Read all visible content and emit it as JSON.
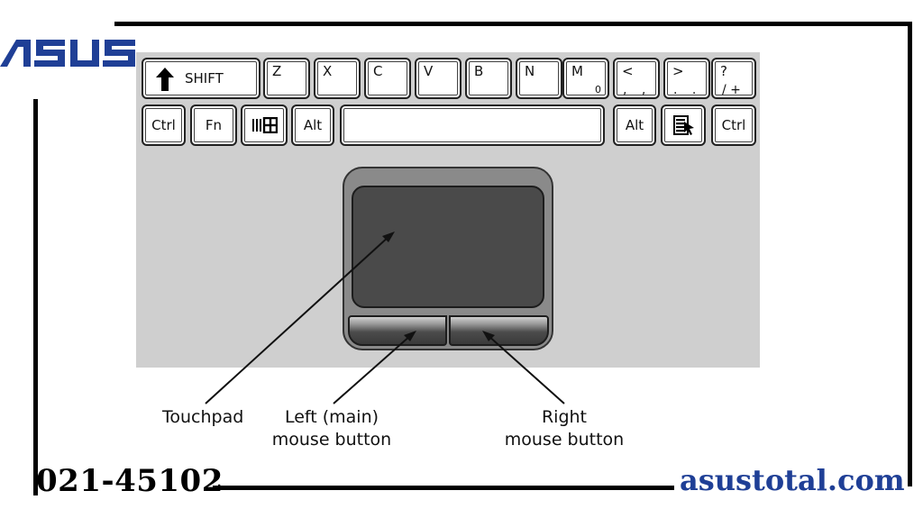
{
  "brand": {
    "logo_text": "ASUS"
  },
  "keyboard": {
    "row1": [
      {
        "id": "shift",
        "label": "SHIFT"
      },
      {
        "id": "z",
        "label": "Z"
      },
      {
        "id": "x",
        "label": "X"
      },
      {
        "id": "c",
        "label": "C"
      },
      {
        "id": "v",
        "label": "V"
      },
      {
        "id": "b",
        "label": "B"
      },
      {
        "id": "n",
        "label": "N"
      },
      {
        "id": "m",
        "label": "M",
        "sub": "0"
      },
      {
        "id": "comma",
        "top": "<",
        "bottom": ", ,"
      },
      {
        "id": "period",
        "top": ">",
        "bottom": ". ."
      },
      {
        "id": "slash",
        "top": "?",
        "bottom": "/ +"
      }
    ],
    "row2": [
      {
        "id": "ctrl-left",
        "label": "Ctrl"
      },
      {
        "id": "fn",
        "label": "Fn"
      },
      {
        "id": "windows",
        "icon": "windows-key-icon"
      },
      {
        "id": "alt-left",
        "label": "Alt"
      },
      {
        "id": "space",
        "label": ""
      },
      {
        "id": "alt-right",
        "label": "Alt"
      },
      {
        "id": "menu",
        "icon": "menu-key-icon"
      },
      {
        "id": "ctrl-right",
        "label": "Ctrl"
      }
    ]
  },
  "labels": {
    "touchpad": "Touchpad",
    "left_button_line1": "Left (main)",
    "left_button_line2": "mouse button",
    "right_button_line1": "Right",
    "right_button_line2": "mouse button"
  },
  "footer": {
    "phone": "021-45102",
    "website": "asustotal.com"
  },
  "colors": {
    "brand_blue": "#1f3f96",
    "pad_surface": "#4a4a4a",
    "keyboard_base": "#cfcfcf"
  }
}
